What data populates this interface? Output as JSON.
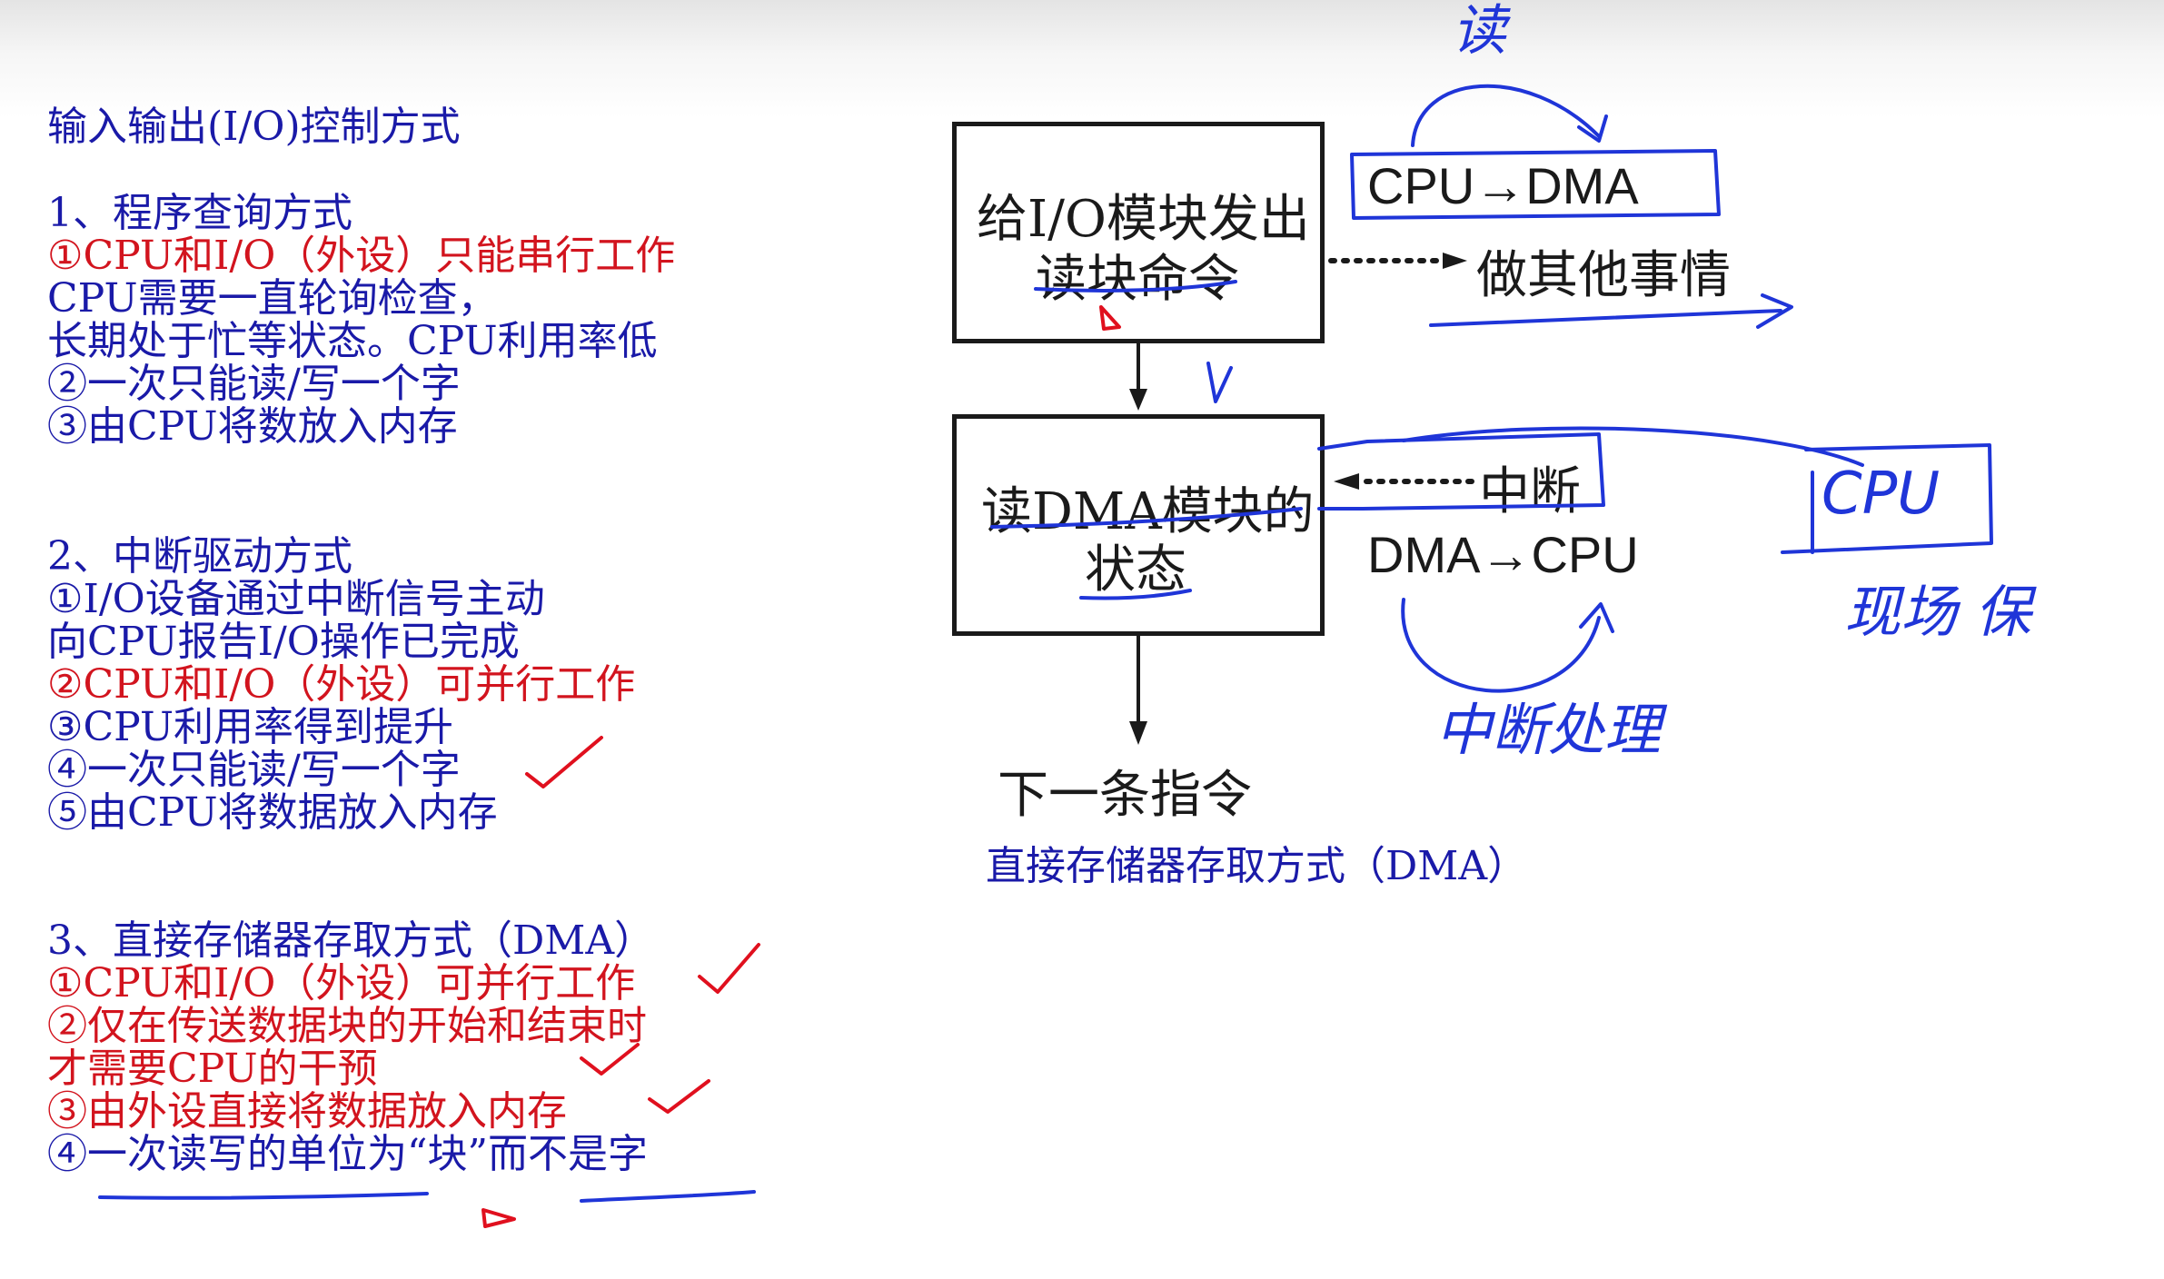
{
  "title": "输入输出(I/O)控制方式",
  "section1": {
    "heading": "1、程序查询方式",
    "lines": [
      "①CPU和I/O（外设）只能串行工作",
      "CPU需要一直轮询检查，",
      "长期处于忙等状态。CPU利用率低",
      "②一次只能读/写一个字",
      "③由CPU将数放入内存"
    ]
  },
  "section2": {
    "heading": "2、中断驱动方式",
    "lines": [
      "①I/O设备通过中断信号主动",
      "向CPU报告I/O操作已完成",
      "②CPU和I/O（外设）可并行工作",
      "③CPU利用率得到提升",
      "④一次只能读/写一个字",
      "⑤由CPU将数据放入内存"
    ]
  },
  "section3": {
    "heading": "3、直接存储器存取方式（DMA）",
    "lines": [
      "①CPU和I/O（外设）可并行工作",
      "②仅在传送数据块的开始和结束时",
      "才需要CPU的干预",
      "③由外设直接将数据放入内存",
      "④一次读写的单位为“块”而不是字"
    ]
  },
  "diagram": {
    "box1_line1": "给I/O模块发出",
    "box1_line2": "读块命令",
    "flow_cpu_dma": "CPU→DMA",
    "other_work": "做其他事情",
    "box2_line1": "读DMA模块的",
    "box2_line2": "状态",
    "interrupt": "中断",
    "flow_dma_cpu": "DMA→CPU",
    "next_instruction": "下一条指令",
    "caption": "直接存储器存取方式（DMA）"
  },
  "annotations": {
    "note_read": "读",
    "note_cpu": "CPU",
    "note_interrupt_handler": "中断处理",
    "note_save": "现场 保"
  },
  "colors": {
    "text_blue": "#1a1aa8",
    "text_red": "#d2141e",
    "ink_blue": "#1f35d8",
    "ink_red": "#e0101e"
  }
}
